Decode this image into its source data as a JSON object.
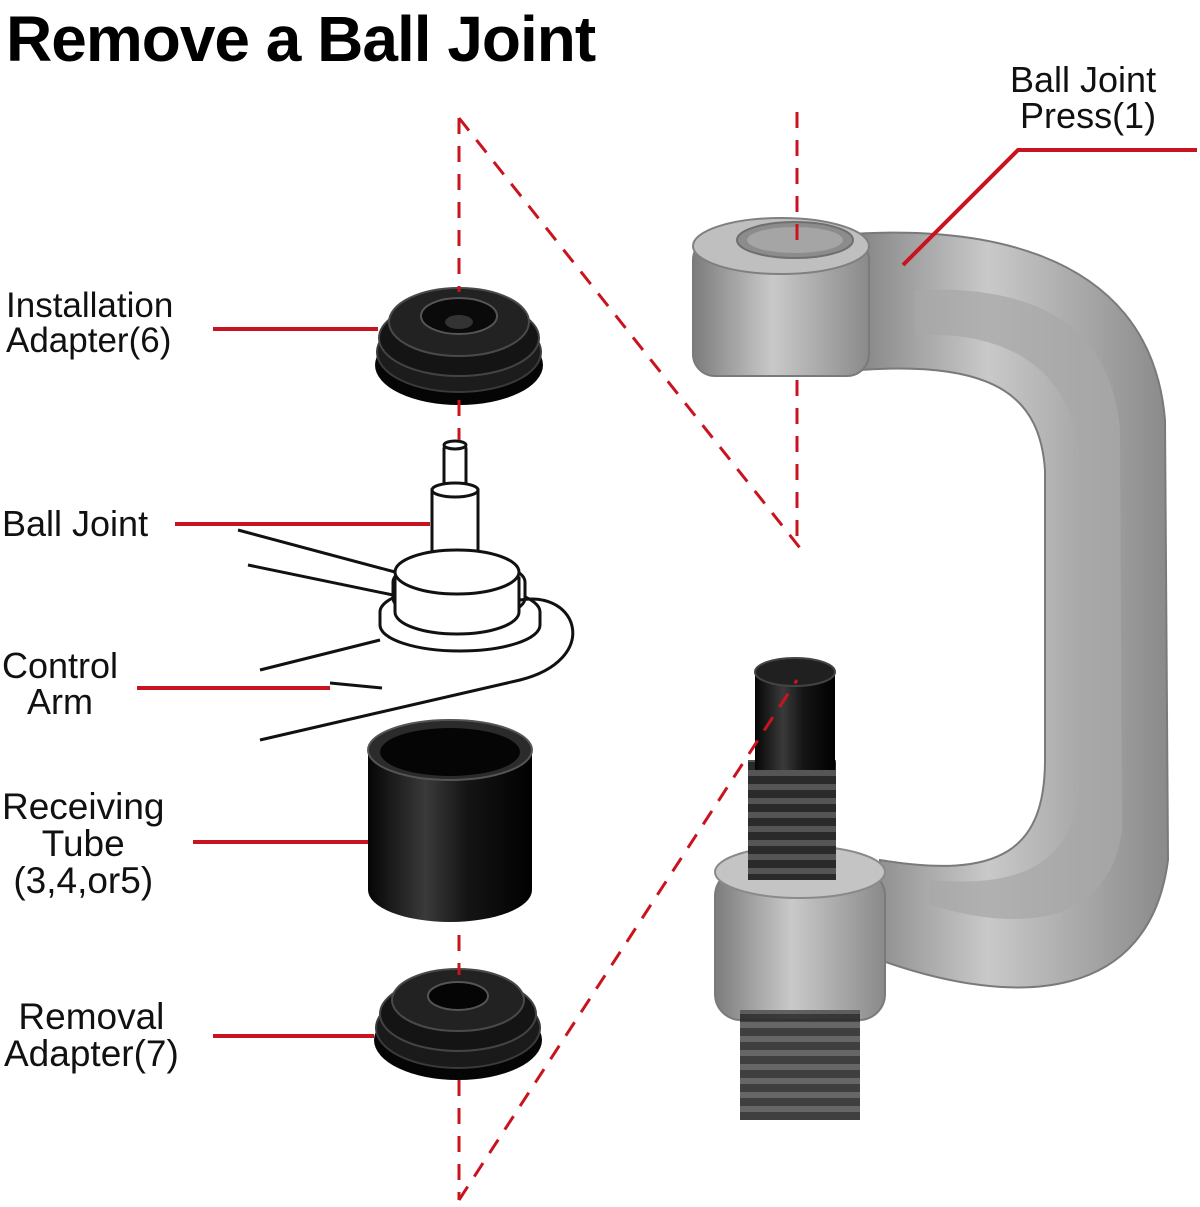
{
  "title": "Remove a Ball Joint",
  "labels": {
    "press": {
      "line1": "Ball Joint",
      "line2": "Press(1)"
    },
    "installation_adapter": {
      "line1": "Installation",
      "line2": "Adapter(6)"
    },
    "ball_joint": {
      "line1": "Ball Joint"
    },
    "control_arm": {
      "line1": "Control",
      "line2": "Arm"
    },
    "receiving_tube": {
      "line1": "Receiving",
      "line2": "Tube",
      "line3": "(3,4,or5)"
    },
    "removal_adapter": {
      "line1": "Removal",
      "line2": "Adapter(7)"
    }
  },
  "colors": {
    "leader": "#c8141e",
    "tool_metal": "#9a9a9a",
    "adapter_black": "#111111"
  },
  "icons": [
    "ball-joint-press-icon",
    "installation-adapter-icon",
    "ball-joint-icon",
    "control-arm-icon",
    "receiving-tube-icon",
    "removal-adapter-icon",
    "threaded-screw-icon"
  ]
}
